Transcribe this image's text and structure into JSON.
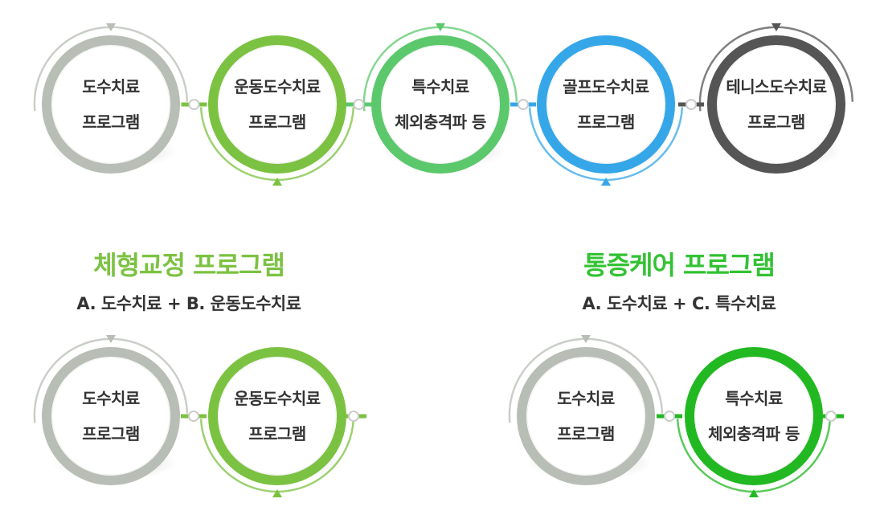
{
  "top_row": [
    {
      "line1": "도수치료",
      "line2": "프로그램",
      "color": "#b8bdb6"
    },
    {
      "line1": "운동도수치료",
      "line2": "프로그램",
      "color": "#7cc242"
    },
    {
      "line1": "특수치료",
      "line2": "체외충격파 등",
      "color": "#5cc86c"
    },
    {
      "line1": "골프도수치료",
      "line2": "프로그램",
      "color": "#35a7e8"
    },
    {
      "line1": "테니스도수치료",
      "line2": "프로그램",
      "color": "#555555"
    }
  ],
  "programs": [
    {
      "title": "체형교정 프로그램",
      "subtitle": "A. 도수치료 + B. 운동도수치료",
      "title_color": "#7cc242",
      "circles": [
        {
          "line1": "도수치료",
          "line2": "프로그램",
          "color": "#b8bdb6"
        },
        {
          "line1": "운동도수치료",
          "line2": "프로그램",
          "color": "#7cc242"
        }
      ]
    },
    {
      "title": "통증케어 프로그램",
      "subtitle": "A. 도수치료 + C. 특수치료",
      "title_color": "#33c233",
      "circles": [
        {
          "line1": "도수치료",
          "line2": "프로그램",
          "color": "#b8bdb6"
        },
        {
          "line1": "특수치료",
          "line2": "체외충격파 등",
          "color": "#22b822"
        }
      ]
    }
  ]
}
